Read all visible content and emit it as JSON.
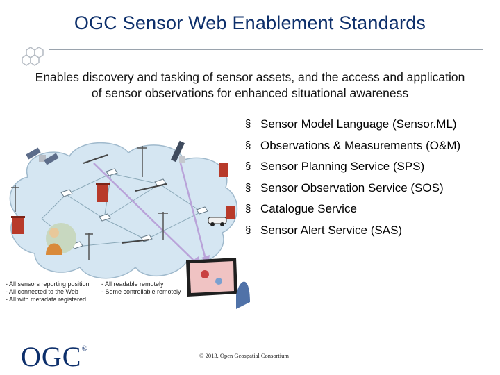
{
  "slide": {
    "title": "OGC Sensor Web Enablement Standards",
    "subtitle_line1": "Enables discovery and tasking of sensor assets, and the access and application",
    "subtitle_line2": "of sensor observations for enhanced situational awareness",
    "bullet_glyph": "§",
    "bullets": [
      "Sensor Model Language (Sensor.ML)",
      "Observations & Measurements (O&M)",
      "Sensor Planning Service (SPS)",
      "Sensor Observation Service (SOS)",
      "Catalogue Service",
      "Sensor Alert Service (SAS)"
    ],
    "notes_left": [
      "- All sensors reporting position",
      "- All connected to the Web",
      "- All with metadata registered"
    ],
    "notes_right": [
      "- All readable remotely",
      "- Some controllable remotely"
    ],
    "logo": "OGC",
    "logo_mark": "®",
    "copyright": "© 2013, Open Geospatial Consortium"
  },
  "colors": {
    "title": "#0d2f6b",
    "cloud": "#d5e6f2",
    "cloud_edge": "#9fb9cc",
    "network_line": "#8aa8b8",
    "arrow": "#b9a3d9"
  },
  "icons": [
    "hexagon-logo-icon",
    "satellite-icon",
    "building-icon",
    "weather-station-icon",
    "person-icon",
    "car-icon",
    "monitor-icon"
  ]
}
